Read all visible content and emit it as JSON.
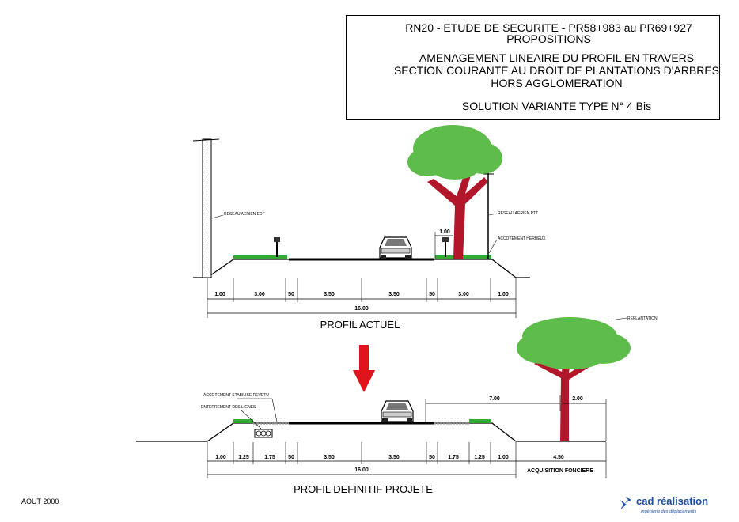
{
  "title": {
    "line1": "RN20 - ETUDE DE SECURITE - PR58+983 au PR69+927",
    "line2": "PROPOSITIONS",
    "line3": "AMENAGEMENT LINEAIRE DU PROFIL EN TRAVERS",
    "line4": "SECTION COURANTE AU DROIT DE PLANTATIONS D'ARBRES",
    "line5": "HORS AGGLOMERATION",
    "line6": "SOLUTION VARIANTE TYPE N° 4 Bis"
  },
  "profil_actuel": {
    "caption": "PROFIL ACTUEL",
    "dims": [
      "1.00",
      "3.00",
      "50",
      "3.50",
      "3.50",
      "50",
      "3.00",
      "1.00"
    ],
    "total": "16.00",
    "tree_offset": "1.00",
    "labels": {
      "reseau_edf": "RESEAU AERIEN EDF",
      "reseau_ptt": "RESEAU AERIEN PTT",
      "accotement": "ACCOTEMENT HERBEUX"
    }
  },
  "profil_projete": {
    "caption": "PROFIL DEFINITIF PROJETE",
    "dims": [
      "1.00",
      "1.25",
      "1.75",
      "50",
      "3.50",
      "3.50",
      "50",
      "1.75",
      "1.25",
      "1.00"
    ],
    "total": "16.00",
    "acquisition": "ACQUISITION FONCIERE",
    "acquisition_width": "4.50",
    "tree_dist": "7.00",
    "tree_offset": "2.00",
    "labels": {
      "accotement": "ACCOTEMENT STABILISE REVETU",
      "enterrement": "ENTERREMENT DES LIGNES",
      "replantation": "REPLANTATION"
    }
  },
  "date": "AOUT 2000",
  "logo": {
    "name": "cad réalisation",
    "tagline": "Ingénierie des déplacements"
  },
  "colors": {
    "grass": "#33aa33",
    "foliage": "#5ebd4a",
    "trunk": "#b1162a",
    "arrow": "#e0141c",
    "logo_blue": "#1f4fa0",
    "logo_orange": "#f08a00"
  }
}
